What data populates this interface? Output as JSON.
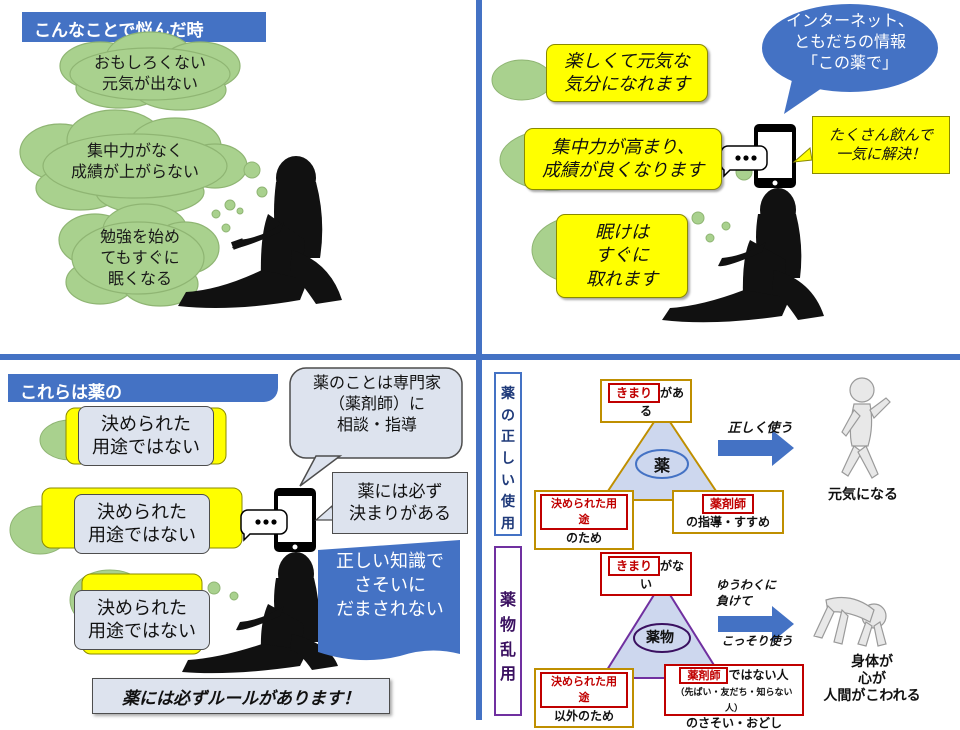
{
  "q1": {
    "banner": "こんなことで悩んだ時",
    "clouds": [
      "おもしろくない\n元気が出ない",
      "集中力がなく\n成績が上がらない",
      "勉強を始め\nてもすぐに\n眠くなる"
    ]
  },
  "q2": {
    "yellow_boxes": [
      "楽しくて元気な\n気分になれます",
      "集中力が高まり、\n成績が良くなります",
      "眠けは\nすぐに\n取れます"
    ],
    "info_bubble": "インターネット、\nともだちの情報\n「この薬で」",
    "phone_callout": "たくさん飲んで\n一気に解決！"
  },
  "q3": {
    "banner": "これらは薬の",
    "not_purpose_label": "決められた\n用途ではない",
    "pharmacist_bubble": "薬のことは専門家\n（薬剤師）に\n相談・指導",
    "rules_callout": "薬には必ず\n決まりがある",
    "knowledge_box": "正しい知識で\nさそいに\nだまされない",
    "bottom_banner": "薬には必ずルールがあります！"
  },
  "q4": {
    "proper_use": {
      "side_label": "薬\nの\n正\nし\nい\n使\n用",
      "rule_tag": "きまり",
      "rule_suffix": "がある",
      "center": "薬",
      "purpose_tag": "決められた用途",
      "purpose_suffix": "のため",
      "pharmacist_tag": "薬剤師",
      "pharmacist_suffix": "の指導・すすめ",
      "arrow_label": "正しく使う",
      "result": "元気になる"
    },
    "misuse": {
      "side_label": "薬\n物\n乱\n用",
      "rule_tag": "きまり",
      "rule_suffix": "がない",
      "center": "薬物",
      "purpose_tag": "決められた用途",
      "purpose_suffix": "以外のため",
      "pharmacist_tag": "薬剤師",
      "pharmacist_suffix": "ではない人",
      "pharmacist_note": "（先ぱい・友だち・知らない人）",
      "pharmacist_suffix2": "のさそい・おどし",
      "arrow_label_top": "ゆうわくに\n負けて",
      "arrow_label_bottom": "こっそり使う",
      "result": "身体が\n心が\n人間がこわれる"
    }
  },
  "colors": {
    "divider": "#4472c4",
    "cloud_fill": "#a9d18e",
    "yellow": "#ffff00",
    "bubble_blue": "#4472c4",
    "grey_box": "#dde3ee",
    "frame_red": "#c00000",
    "frame_gold": "#bf8f00",
    "triangle_fill": "#cdd7ee",
    "misuse_frame": "#7030a0"
  }
}
